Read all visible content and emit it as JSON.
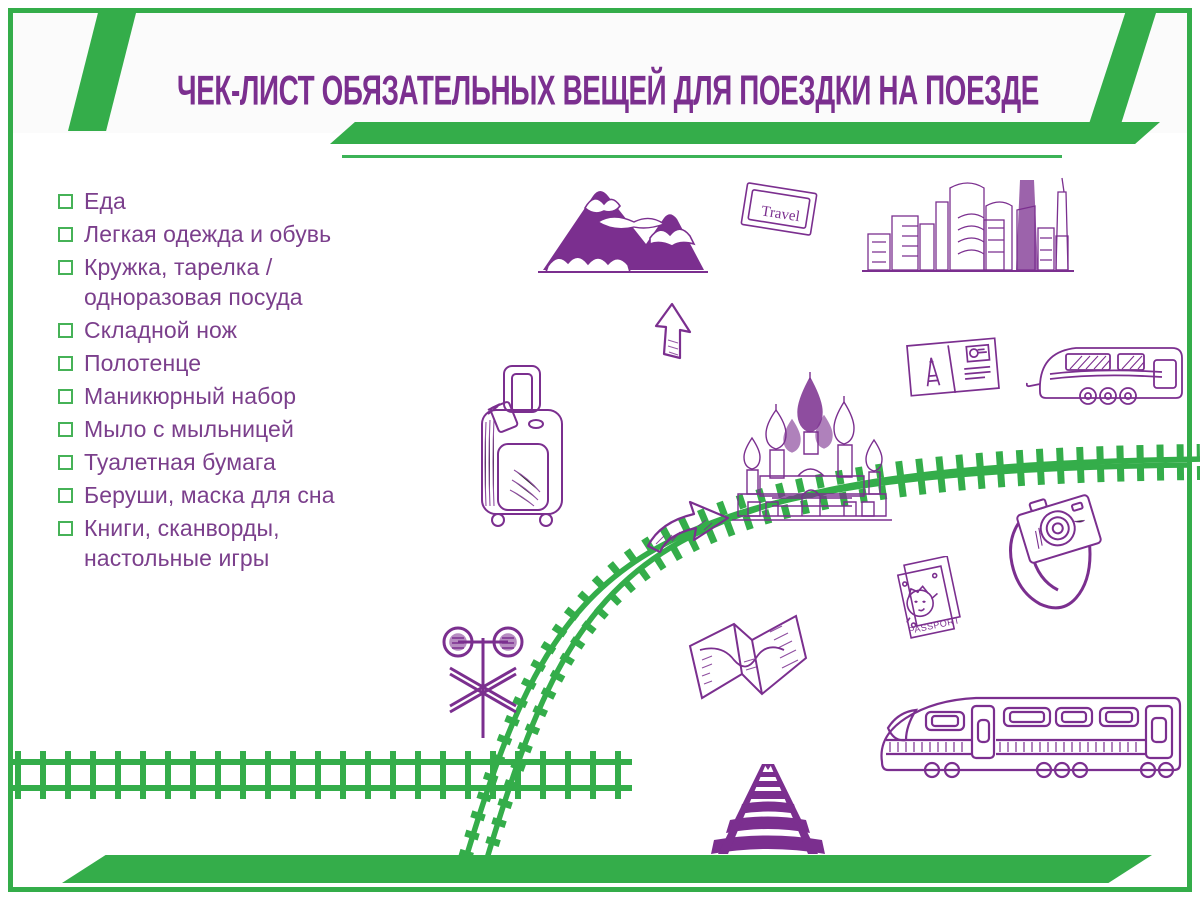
{
  "colors": {
    "green": "#34ad4a",
    "green_light": "#46b257",
    "purple": "#7b2f8f",
    "purple_text": "#7b3f8c",
    "background": "#ffffff",
    "header_band": "#fbfbfb"
  },
  "header": {
    "title": "ЧЕК-ЛИСТ ОБЯЗАТЕЛЬНЫХ ВЕЩЕЙ ДЛЯ ПОЕЗДКИ НА ПОЕЗДЕ"
  },
  "checklist": {
    "items": [
      {
        "label": "Еда",
        "checked": false
      },
      {
        "label": "Легкая одежда и обувь",
        "checked": false
      },
      {
        "label": "Кружка, тарелка /\nодноразовая посуда",
        "checked": false
      },
      {
        "label": "Складной нож",
        "checked": false
      },
      {
        "label": "Полотенце",
        "checked": false
      },
      {
        "label": "Маникюрный набор",
        "checked": false
      },
      {
        "label": "Мыло с мыльницей",
        "checked": false
      },
      {
        "label": "Туалетная бумага",
        "checked": false
      },
      {
        "label": "Беруши, маска для сна",
        "checked": false
      },
      {
        "label": "Книги, сканворды,\nнастольные игры",
        "checked": false
      }
    ]
  },
  "illustrations": [
    {
      "name": "mountain-icon",
      "caption": ""
    },
    {
      "name": "travel-ticket-icon",
      "caption": "Travel"
    },
    {
      "name": "city-skyline-icon",
      "caption": ""
    },
    {
      "name": "suitcase-icon",
      "caption": ""
    },
    {
      "name": "arrow-up-left-icon",
      "caption": ""
    },
    {
      "name": "arrow-up-right-icon",
      "caption": ""
    },
    {
      "name": "saint-basils-cathedral-icon",
      "caption": ""
    },
    {
      "name": "postcard-eiffel-icon",
      "caption": ""
    },
    {
      "name": "caravan-trailer-icon",
      "caption": ""
    },
    {
      "name": "pet-passport-icon",
      "caption": "PASSPORT"
    },
    {
      "name": "camera-icon",
      "caption": ""
    },
    {
      "name": "folded-map-icon",
      "caption": ""
    },
    {
      "name": "railway-crossing-signal-icon",
      "caption": ""
    },
    {
      "name": "perspective-rail-track-icon",
      "caption": ""
    },
    {
      "name": "high-speed-train-icon",
      "caption": ""
    },
    {
      "name": "curved-railway-track",
      "caption": ""
    },
    {
      "name": "horizontal-railway-track",
      "caption": ""
    }
  ]
}
